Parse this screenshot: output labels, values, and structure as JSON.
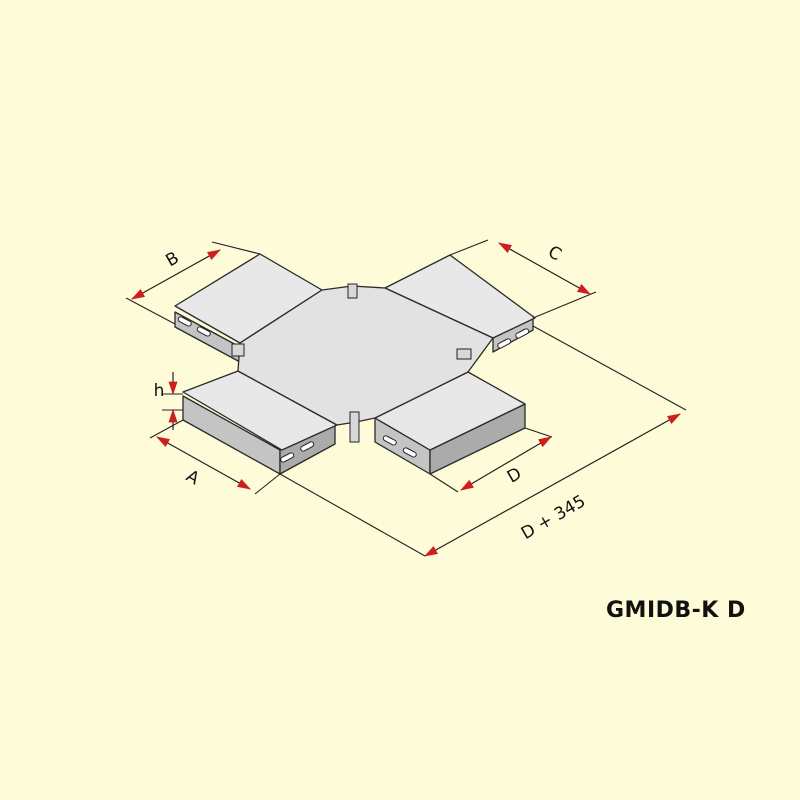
{
  "colors": {
    "background": "#fefbd8",
    "tray_top": "#e5e5e5",
    "tray_side": "#c4c4c4",
    "tray_end": "#ababab",
    "arrow": "#cc1f1f",
    "line": "#222222"
  },
  "dimensions": {
    "a": "A",
    "b": "B",
    "c": "C",
    "d": "D",
    "h": "h",
    "total": "D + 345"
  },
  "model_code": "GMIDB-K D"
}
